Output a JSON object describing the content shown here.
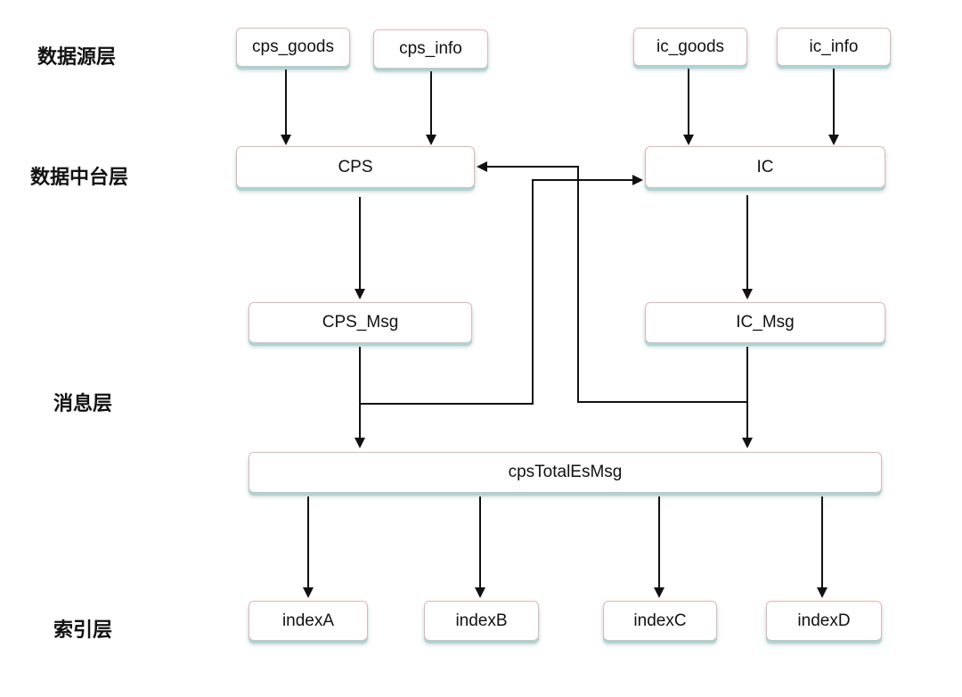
{
  "layers": {
    "source": "数据源层",
    "middle": "数据中台层",
    "message": "消息层",
    "index": "索引层"
  },
  "nodes": {
    "cps_goods": "cps_goods",
    "cps_info": "cps_info",
    "ic_goods": "ic_goods",
    "ic_info": "ic_info",
    "cps": "CPS",
    "ic": "IC",
    "cps_msg": "CPS_Msg",
    "ic_msg": "IC_Msg",
    "total_msg": "cpsTotalEsMsg",
    "index_a": "indexA",
    "index_b": "indexB",
    "index_c": "indexC",
    "index_d": "indexD"
  },
  "colors": {
    "box_border": "#e2b6b6",
    "box_shadow": "#a8d6d6",
    "line": "#111111"
  }
}
